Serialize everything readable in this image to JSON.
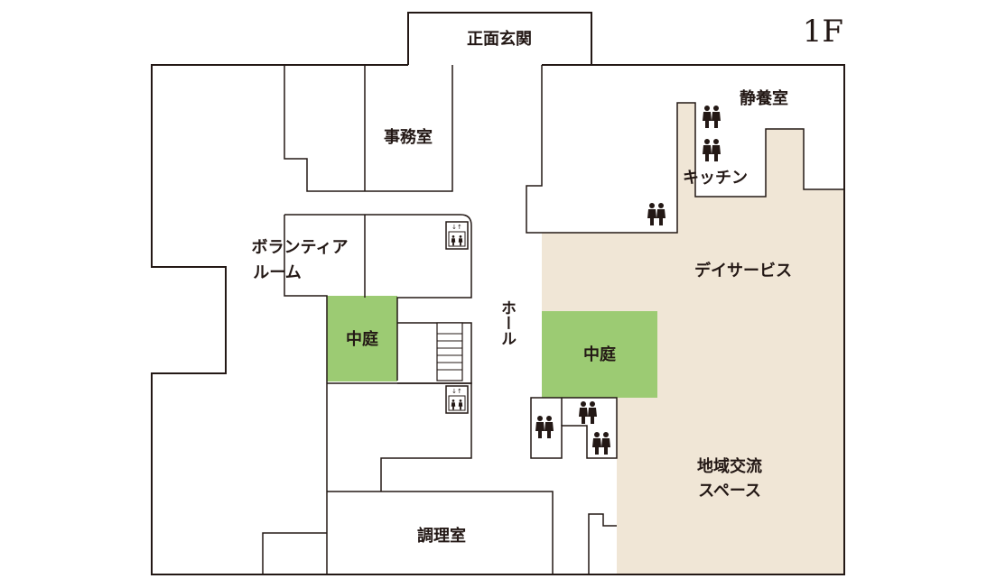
{
  "floor": "1F",
  "colors": {
    "wall": "#231815",
    "courtyard": "#9ccb73",
    "day_service_area": "#f0e6d6",
    "background": "#ffffff"
  },
  "rooms": {
    "entrance": "正面玄関",
    "office": "事務室",
    "volunteer_room_line1": "ボランティア",
    "volunteer_room_line2": "ルーム",
    "courtyard_left": "中庭",
    "hall": "ホール",
    "courtyard_right": "中庭",
    "quiet_room": "静養室",
    "kitchen": "キッチン",
    "day_service": "デイサービス",
    "community_space_line1": "地域交流",
    "community_space_line2": "スペース",
    "cooking_room": "調理室"
  },
  "icons": [
    "elevator-icon",
    "elevator-icon",
    "restroom-icon",
    "restroom-icon",
    "restroom-icon",
    "restroom-icon",
    "restroom-icon",
    "restroom-icon",
    "stairs-icon"
  ]
}
